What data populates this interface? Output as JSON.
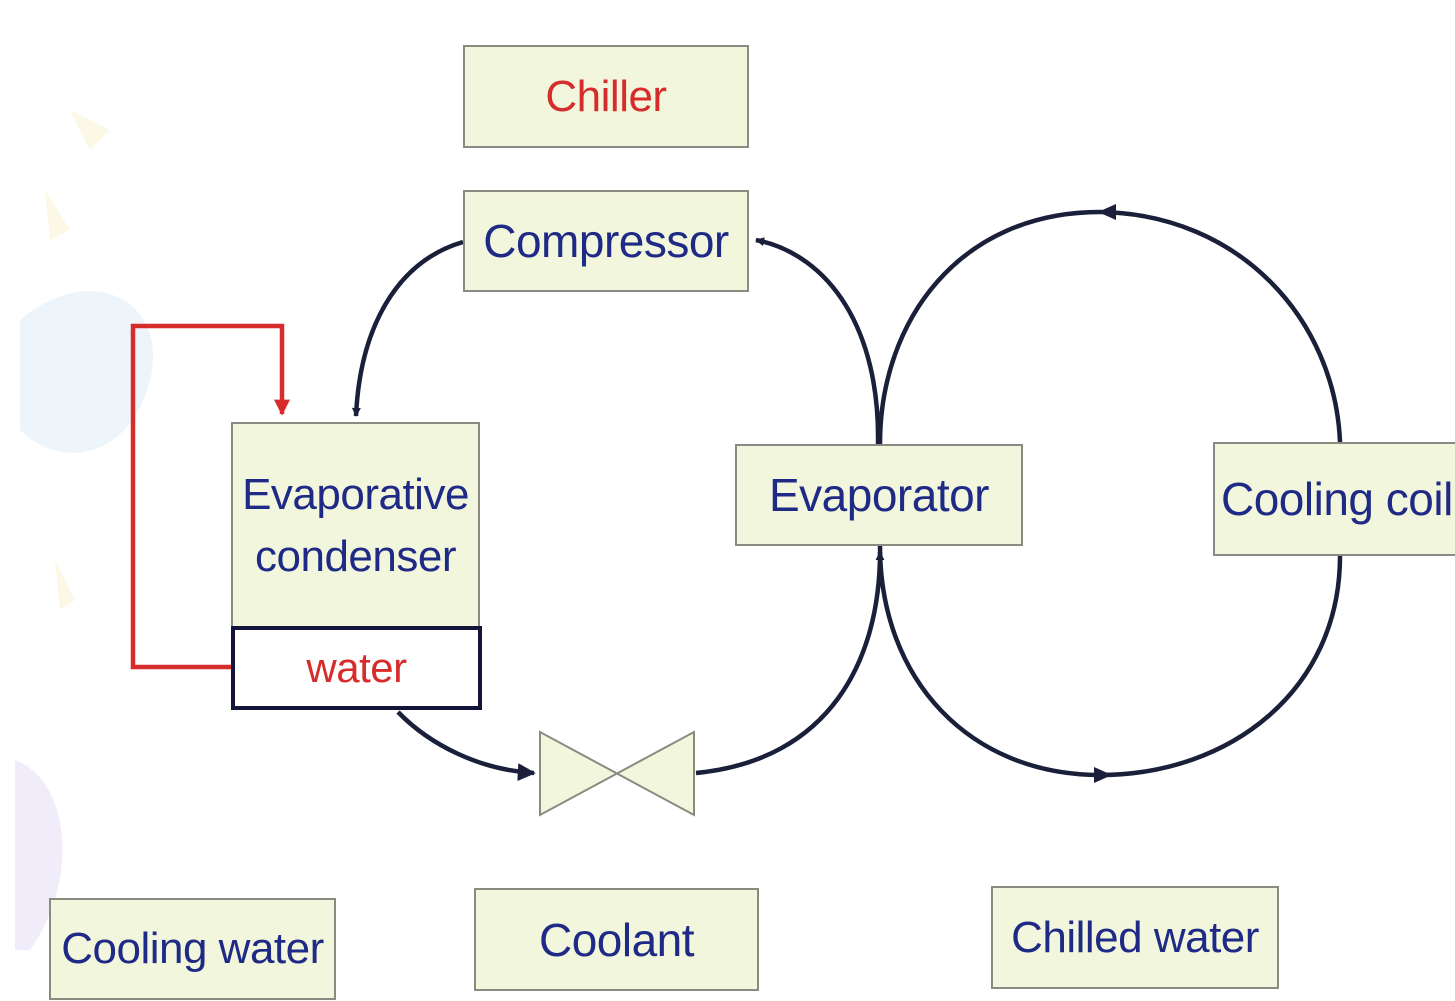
{
  "labels": {
    "chiller": "Chiller",
    "compressor": "Compressor",
    "evaporative_condenser_line1": "Evaporative",
    "evaporative_condenser_line2": "condenser",
    "water": "water",
    "evaporator": "Evaporator",
    "cooling_coil": "Cooling coil",
    "cooling_water": "Cooling water",
    "coolant": "Coolant",
    "chilled_water": "Chilled water"
  },
  "colors": {
    "box_fill": "#f1f6dc",
    "box_border": "#8a8a80",
    "label_blue": "#1f2a86",
    "label_red": "#d62c2c",
    "flow_line": "#1a1f3a",
    "cooling_water_loop": "#d62c2c"
  }
}
